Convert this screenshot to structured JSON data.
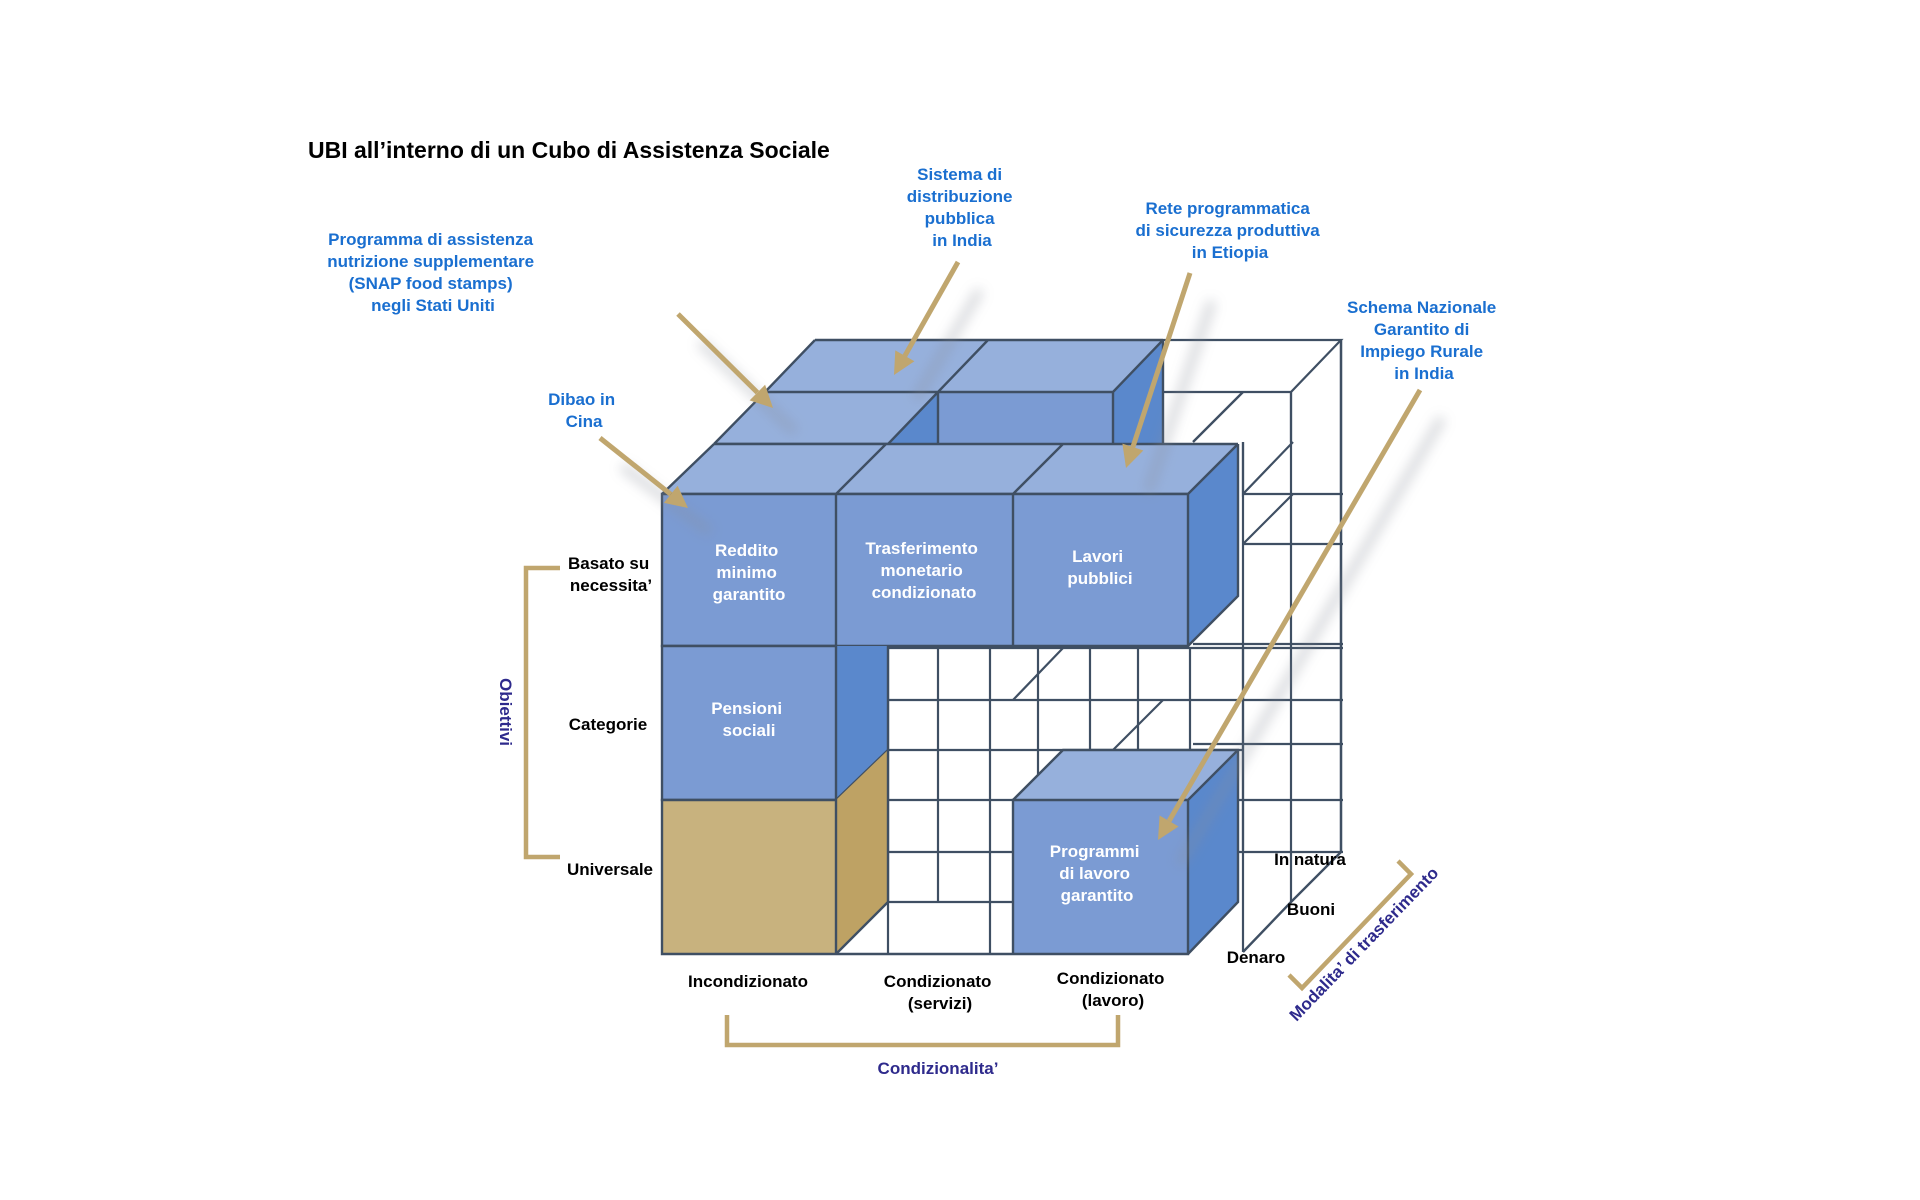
{
  "title": "UBI all’interno di un Cubo di Assistenza Sociale",
  "colors": {
    "front": "#7b9bd3",
    "top": "#96b0dc",
    "side": "#5a88cc",
    "universal_front": "#c8b27e",
    "universal_side": "#bea264",
    "grid": "#3f4f63",
    "bracket": "#c0a66e",
    "example_text": "#1a6fd0",
    "bracket_text": "#2e2a8c"
  },
  "cells": {
    "reddito": [
      "Reddito",
      "minimo",
      "garantito"
    ],
    "trasferimento": [
      "Trasferimento",
      "monetario",
      "condizionato"
    ],
    "lavori": [
      "Lavori",
      "pubblici"
    ],
    "pensioni": [
      "Pensioni",
      "sociali"
    ],
    "programmi": [
      "Programmi",
      "di lavoro",
      "garantito"
    ]
  },
  "axes": {
    "objectives": {
      "title": "Obiettivi",
      "levels": [
        [
          "Basato su",
          "necessita’"
        ],
        [
          "Categorie"
        ],
        [
          "Universale"
        ]
      ]
    },
    "conditionality": {
      "title": "Condizionalita’",
      "levels": [
        [
          "Incondizionato"
        ],
        [
          "Condizionato",
          "(servizi)"
        ],
        [
          "Condizionato",
          "(lavoro)"
        ]
      ]
    },
    "transfer": {
      "title": "Modalita’ di trasferimento",
      "levels": [
        "In natura",
        "Buoni",
        "Denaro"
      ]
    }
  },
  "examples": {
    "snap": [
      "Programma di assistenza",
      "nutrizione supplementare",
      "(SNAP food stamps)",
      "negli Stati Uniti"
    ],
    "india_pds": [
      "Sistema di",
      "distribuzione",
      "pubblica",
      "in India"
    ],
    "ethiopia": [
      "Rete programmatica",
      "di sicurezza produttiva",
      "in Etiopia"
    ],
    "nrega": [
      "Schema Nazionale",
      "Garantito di",
      "Impiego Rurale",
      "in India"
    ],
    "dibao": [
      "Dibao in",
      "Cina"
    ]
  }
}
